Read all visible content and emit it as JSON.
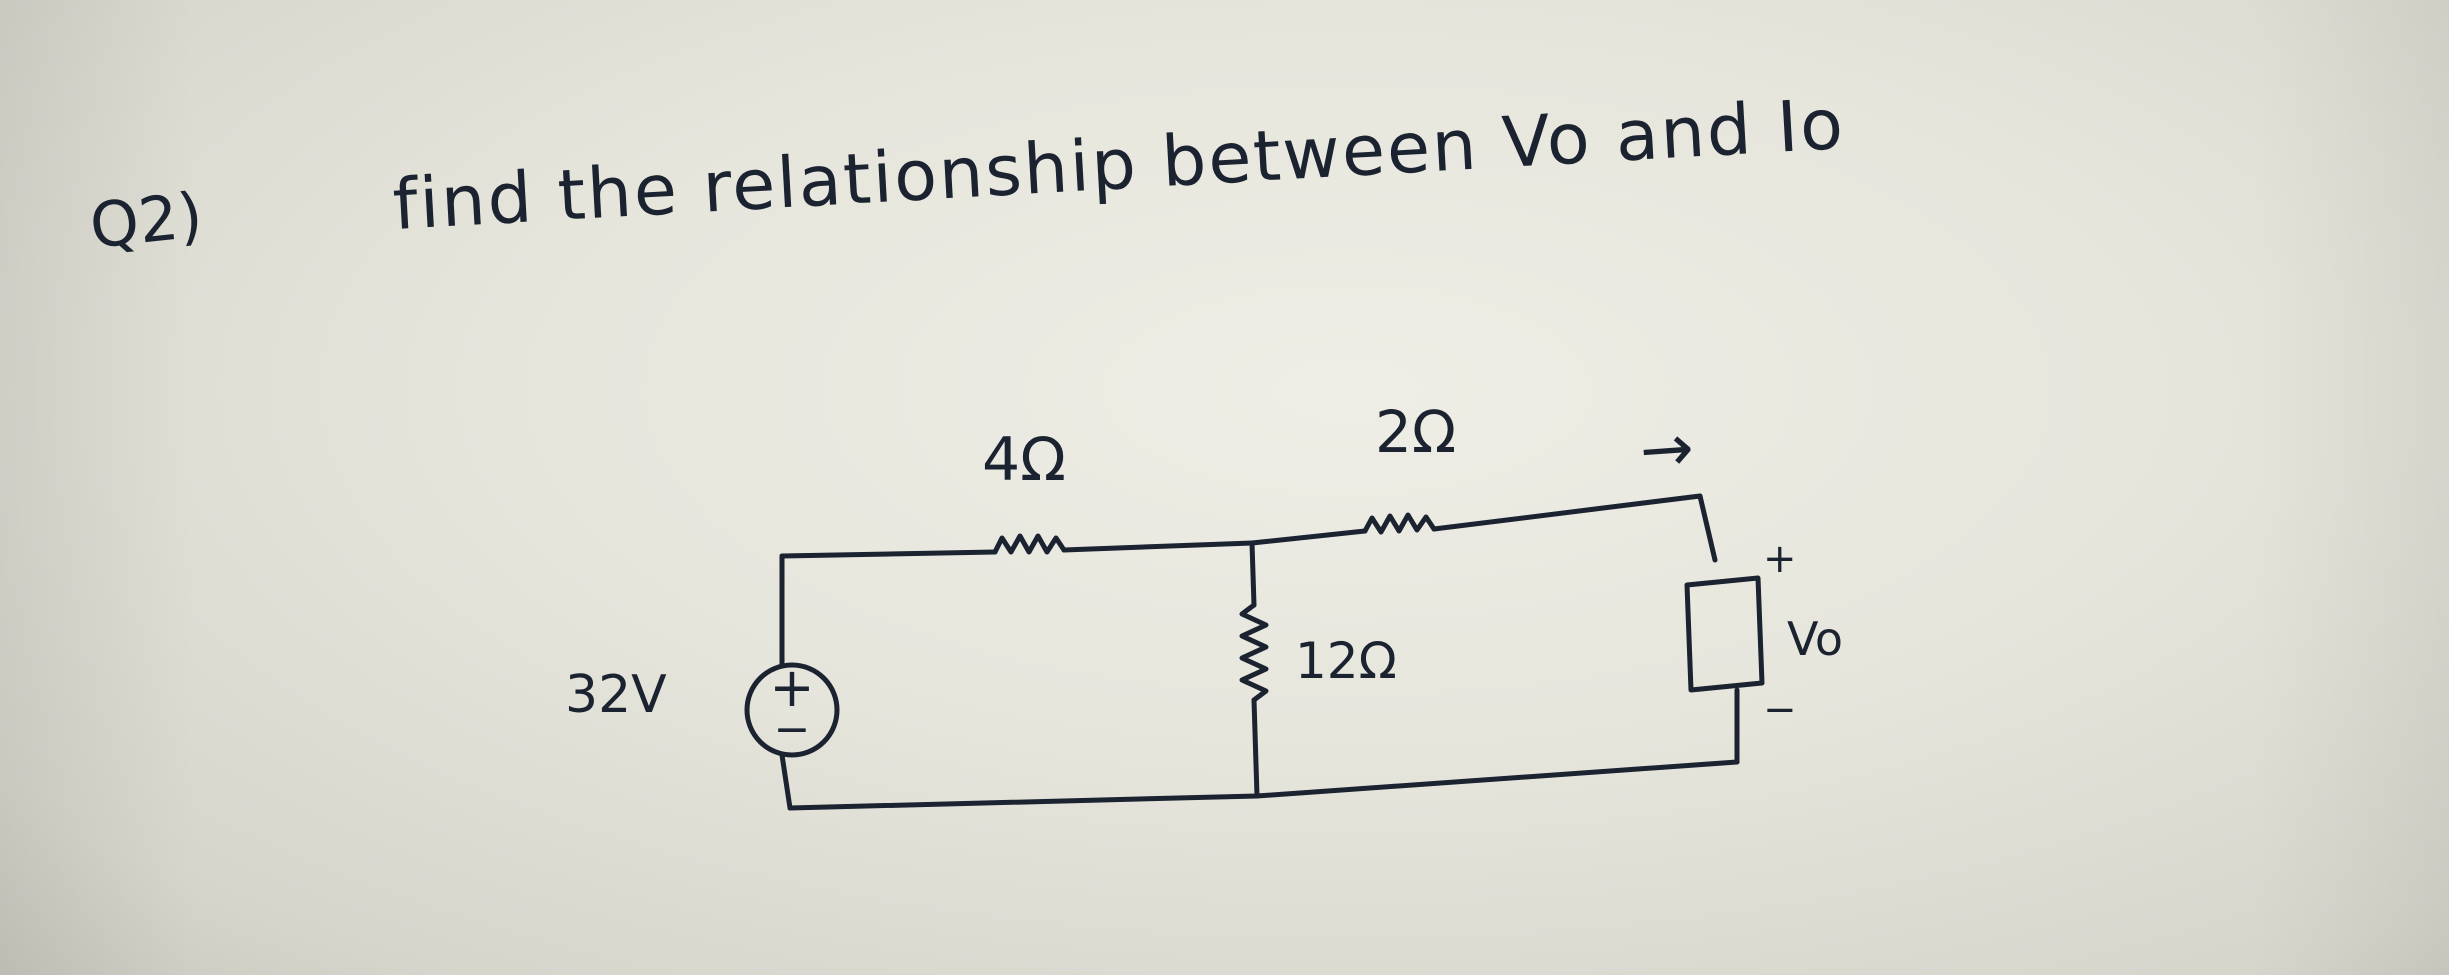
{
  "question": {
    "number": "Q2)",
    "text": "find the relationship between Vo and Io"
  },
  "circuit": {
    "source": {
      "label": "32V",
      "plus": "+",
      "minus": "−"
    },
    "resistors": {
      "series_1": "4Ω",
      "series_2": "2Ω",
      "shunt": "12Ω"
    },
    "current_arrow": "→",
    "load": {
      "voltage_label": "Vo",
      "plus": "+",
      "minus": "−"
    }
  }
}
